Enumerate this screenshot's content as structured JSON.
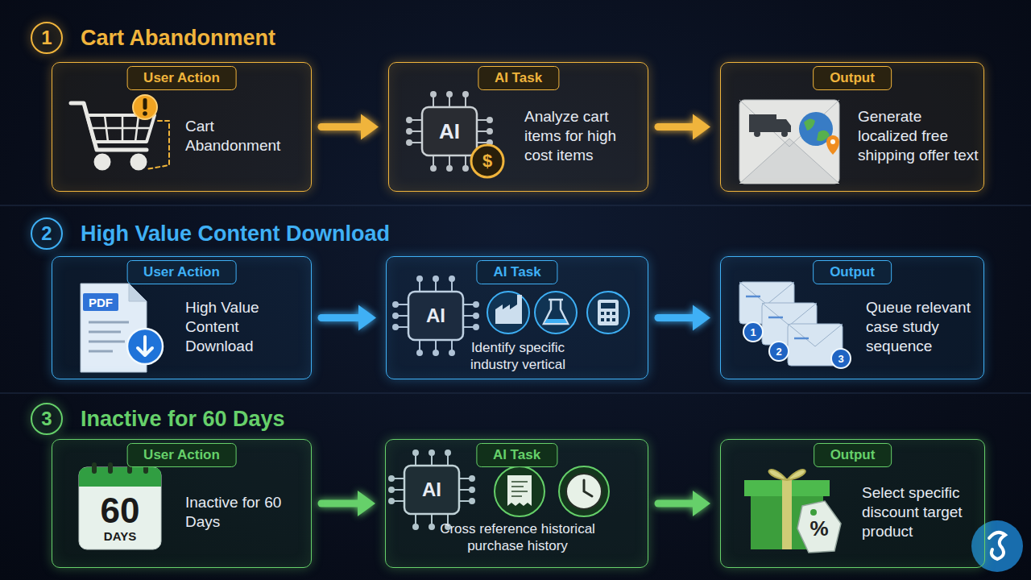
{
  "diagram": {
    "nodes": [
      {
        "text": [
          "1"
        ]
      },
      {
        "text": [
          "User Action",
          "Cart Abandonment"
        ]
      },
      {
        "text": [
          "AI Task",
          "Analyze cart items for high cost items"
        ]
      },
      {
        "text": [
          "Output",
          "Generate localized free shipping offer text"
        ]
      },
      {
        "text": [
          "2"
        ]
      },
      {
        "text": [
          "User Action",
          "High Value Content Download"
        ]
      },
      {
        "text": [
          "AI Task",
          "Identify specific industry vertical"
        ]
      },
      {
        "text": [
          "Output",
          "Queue relevant case study sequence"
        ]
      },
      {
        "text": [
          "3"
        ]
      },
      {
        "text": [
          "User Action",
          "Inactive for 60 Days"
        ]
      },
      {
        "text": [
          "AI Task",
          "Cross reference historical purchase history"
        ]
      },
      {
        "text": [
          "Output",
          "Select specific discount target product"
        ]
      }
    ],
    "edges": [
      {
        "from": 1,
        "to": 2,
        "arrow": "to"
      },
      {
        "from": 2,
        "to": 3,
        "arrow": "to"
      },
      {
        "from": 5,
        "to": 6,
        "arrow": "to"
      },
      {
        "from": 6,
        "to": 7,
        "arrow": "to"
      },
      {
        "from": 9,
        "to": 10,
        "arrow": "to"
      },
      {
        "from": 10,
        "to": 11,
        "arrow": "to"
      }
    ],
    "labels": [
      "Cart Abandonment",
      "AI",
      "$",
      "High Value Content Download",
      "PDF",
      "AI",
      "1",
      "2",
      "3",
      "Inactive for 60 Days",
      "60",
      "DAYS",
      "AI",
      "%"
    ]
  }
}
